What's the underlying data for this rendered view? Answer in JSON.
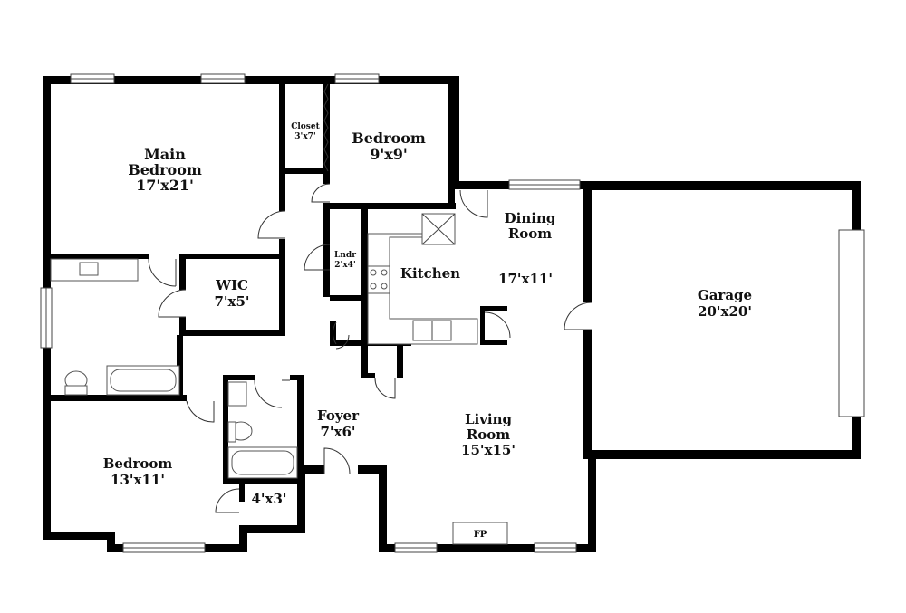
{
  "rooms": {
    "main_bedroom": {
      "name1": "Main",
      "name2": "Bedroom",
      "size": "17'x21'"
    },
    "closet": {
      "name": "Closet",
      "size": "3'x7'"
    },
    "bedroom_small": {
      "name": "Bedroom",
      "size": "9'x9'"
    },
    "dining": {
      "name1": "Dining",
      "name2": "Room"
    },
    "kitchen": {
      "name": "Kitchen",
      "size": "17'x11'"
    },
    "laundry": {
      "name": "Lndr",
      "size": "2'x4'"
    },
    "wic": {
      "name": "WIC",
      "size": "7'x5'"
    },
    "garage": {
      "name": "Garage",
      "size": "20'x20'"
    },
    "foyer": {
      "name": "Foyer",
      "size": "7'x6'"
    },
    "living": {
      "name1": "Living",
      "name2": "Room",
      "size": "15'x15'"
    },
    "bedroom_2": {
      "name": "Bedroom",
      "size": "13'x11'"
    },
    "closet_small": {
      "size": "4'x3'"
    },
    "fireplace": {
      "label": "FP"
    }
  },
  "colors": {
    "wall": "#000000",
    "background": "#ffffff"
  }
}
